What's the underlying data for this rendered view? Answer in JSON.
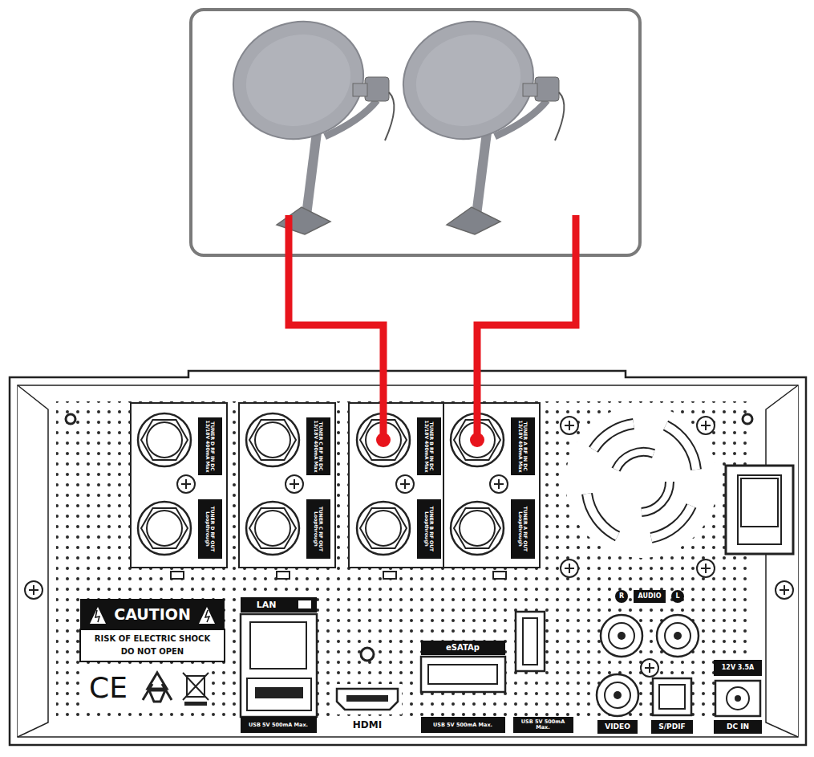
{
  "diagram": {
    "labels": [
      "TUNER D RF IN DC 13/18V 400mA Max",
      "TUNER D RF OUT Loopthrough",
      "TUNER C RF IN DC 13/18V 400mA Max",
      "TUNER C RF OUT Loopthrough",
      "TUNER B RF IN DC 13/18V 400mA Max",
      "TUNER B RF OUT Loopthrough",
      "TUNER A RF IN DC 13/18V 400mA Max",
      "TUNER A RF OUT Loopthrough",
      "CAUTION",
      "RISK OF ELECTRIC SHOCK",
      "DO NOT OPEN",
      "CE",
      "LAN",
      "USB 5V 500mA Max.",
      "HDMI",
      "eSATAp",
      "USB 5V 500mA Max.",
      "USB 5V 500mA Max.",
      "AUDIO",
      "R",
      "L",
      "VIDEO",
      "S/PDIF",
      "12V 3.5A",
      "DC IN"
    ]
  }
}
